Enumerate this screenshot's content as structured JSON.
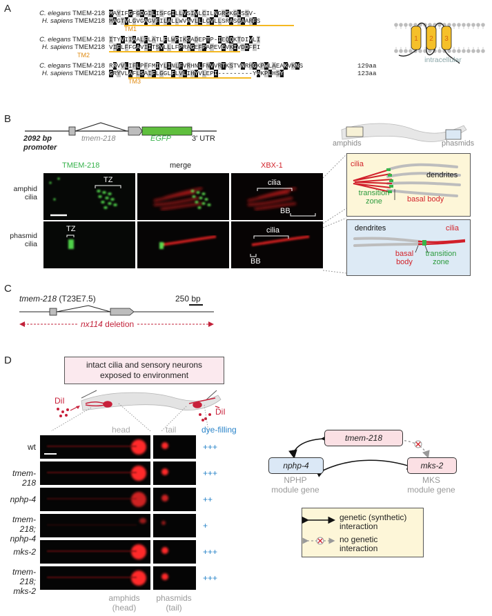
{
  "panels": {
    "A": "A",
    "B": "B",
    "C": "C",
    "D": "D"
  },
  "alignment": {
    "species": [
      {
        "genus": "C. elegans",
        "protein": "TMEM-218"
      },
      {
        "genus": "H. sapiens",
        "protein": "TMEM218"
      }
    ],
    "blocks": [
      {
        "ce": "MAYIFGFGDGILISFGILLVSIVLCILNGRSKGLSSV-",
        "hs": "MAGTVLGVGAGVFILALLWVAVLLLCVLLSRASGAARFS",
        "ce_aa": "",
        "hs_aa": "",
        "tm": "TM1"
      },
      {
        "ce": "ITYVIIAALFLATLFLWPIKSADEPTP-IEQQKTDIVLI",
        "hs": "VIFLFFGAVIITSVLLLFPRAGEFPAPEVEVKIVDDFFI",
        "ce_aa": "",
        "hs_aa": "",
        "tm": "TM2"
      },
      {
        "ce": "RRVVLIFLPFFMIYLINLFVRHNLFNVVRTKSTVNRHGKPWLAEAKVKNS",
        "hs": "GRYVLAFLSAIFLGGLFLVLIHYVLEPI---------YAKPLHSY",
        "ce_aa": "129aa",
        "hs_aa": "123aa",
        "tm": "TM3"
      }
    ],
    "topology": {
      "helices": [
        "1",
        "2",
        "3"
      ],
      "label": "intracellular"
    }
  },
  "constructB": {
    "promoter": "2092 bp promoter",
    "gene": "tmem-218",
    "egfp": "EGFP",
    "utr": "3' UTR",
    "worm_labels": {
      "amphids": "amphids",
      "phasmids": "phasmids"
    }
  },
  "microscopy": {
    "columns": [
      "TMEM-218",
      "merge",
      "XBX-1"
    ],
    "rows": [
      "amphid cilia",
      "phasmid cilia"
    ],
    "tz": "TZ",
    "cilia": "cilia",
    "bb": "BB"
  },
  "schematics": {
    "amphid": {
      "cilia": "cilia",
      "dendrites": "dendrites",
      "tz": "transition zone",
      "bb": "basal body"
    },
    "phasmid": {
      "dendrites": "dendrites",
      "cilia": "cilia",
      "bb": "basal body",
      "tz": "transition zone"
    }
  },
  "panelC": {
    "gene": "tmem-218",
    "locus": "(T23E7.5)",
    "scale": "250 bp",
    "allele": "nx114",
    "deletion": "deletion"
  },
  "panelD": {
    "callout": "intact cilia and sensory neurons exposed to environment",
    "dil": "DiI",
    "col_head": "head",
    "col_tail": "tail",
    "col_dye": "dye-filling",
    "strains": [
      {
        "name": "wt",
        "italic": false,
        "dye": "+++"
      },
      {
        "name": "tmem-218",
        "italic": true,
        "dye": "+++"
      },
      {
        "name": "nphp-4",
        "italic": true,
        "dye": "++"
      },
      {
        "name": "tmem-218;\nnphp-4",
        "italic": true,
        "dye": "+"
      },
      {
        "name": "mks-2",
        "italic": true,
        "dye": "+++"
      },
      {
        "name": "tmem-218;\nmks-2",
        "italic": true,
        "dye": "+++"
      }
    ],
    "footer_left": "amphids\n(head)",
    "footer_right": "phasmids\n(tail)"
  },
  "network": {
    "nodes": {
      "tmem": "tmem-218",
      "nphp": "nphp-4",
      "mks": "mks-2"
    },
    "nphp_sub": "NPHP\nmodule gene",
    "mks_sub": "MKS\nmodule gene",
    "legend": {
      "genetic": "genetic (synthetic)\ninteraction",
      "none": "no genetic\ninteraction"
    }
  }
}
